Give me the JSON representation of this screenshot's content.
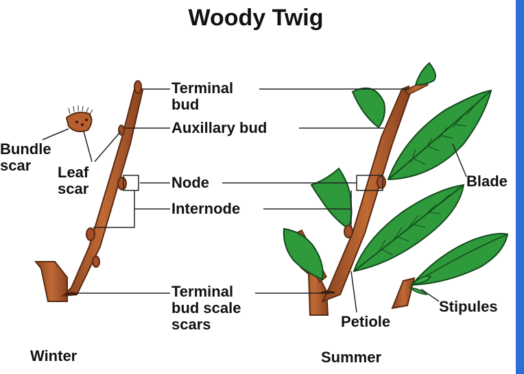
{
  "title": "Woody Twig",
  "labels": {
    "terminal_bud": [
      "Terminal",
      "bud"
    ],
    "auxillary_bud": "Auxillary bud",
    "node": "Node",
    "internode": "Internode",
    "terminal_bud_scale_scars": [
      "Terminal",
      "bud scale",
      "scars"
    ],
    "bundle_scar": [
      "Bundle",
      "scar"
    ],
    "leaf_scar": [
      "Leaf",
      "scar"
    ],
    "blade": "Blade",
    "petiole": "Petiole",
    "stipules": "Stipules"
  },
  "captions": {
    "winter": "Winter",
    "summer": "Summer"
  },
  "colors": {
    "bark": "#b5602e",
    "bark_dark": "#7a3a17",
    "leaf": "#2e9a3c",
    "leaf_dark": "#1d6a28",
    "line": "#222222",
    "accent_strip": "#2b6fd6"
  }
}
